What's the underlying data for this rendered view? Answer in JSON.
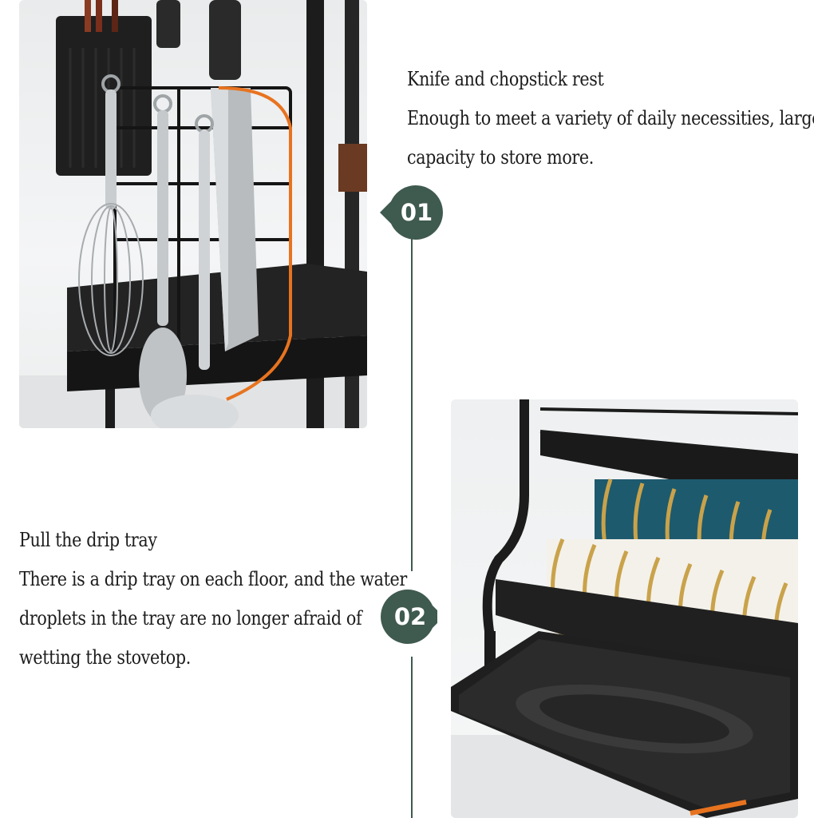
{
  "features": [
    {
      "number": "01",
      "title": "Knife and chopstick rest",
      "lines": [
        "Enough to meet a variety of daily necessities, large",
        "capacity to store more."
      ]
    },
    {
      "number": "02",
      "title": "Pull the drip tray",
      "lines": [
        "There is a drip tray on each floor, and the water",
        "droplets in the tray are no longer afraid of",
        "wetting the stovetop."
      ]
    }
  ],
  "colors": {
    "badge": "#3f5a4f",
    "rack": "#1c1c1c",
    "accent": "#e8731f",
    "bowl_teal": "#1d5a6e",
    "bowl_white": "#f4f1ea",
    "bowl_rim": "#c9a24a"
  }
}
